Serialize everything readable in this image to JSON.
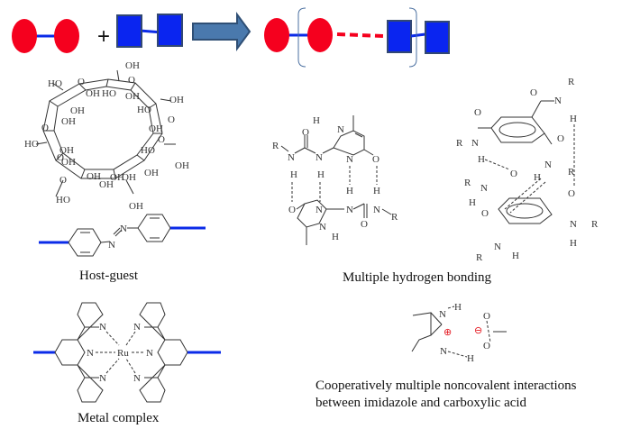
{
  "scheme": {
    "plus_sign": "+",
    "colors": {
      "monomer_a": "#f5001e",
      "monomer_b": "#0a25f0",
      "monomer_b_border": "#324873",
      "linker": "#0b2be8",
      "arrow_fill": "#4a79ad",
      "arrow_stroke": "#2f4f75",
      "noncovalent_dash": "#f5001e",
      "bracket": "#4a6fa0"
    }
  },
  "panels": {
    "host_guest": {
      "label": "Host-guest",
      "cyclodextrin_labels": [
        "OH",
        "HO",
        "O",
        "O",
        "OH",
        "HO",
        "OH",
        "OH",
        "OH",
        "O",
        "HO",
        "O",
        "OH",
        "OH",
        "HO",
        "OH",
        "O",
        "HO",
        "O",
        "OH",
        "OH",
        "O",
        "OH",
        "OH",
        "OH",
        "OH",
        "OH",
        "HO",
        "OH"
      ],
      "azobenzene_labels": [
        "N",
        "N"
      ]
    },
    "metal_complex": {
      "label": "Metal complex",
      "center_atom": "Ru",
      "ligand_atoms": [
        "N",
        "N",
        "N",
        "N",
        "N",
        "N"
      ]
    },
    "hydrogen_bonding": {
      "label": "Multiple hydrogen bonding",
      "atoms": [
        "R",
        "N",
        "H",
        "O",
        "N",
        "H",
        "H",
        "N",
        "N",
        "O",
        "O",
        "N",
        "N",
        "H",
        "H",
        "N",
        "H",
        "N",
        "R",
        "O",
        "N",
        "H"
      ]
    },
    "benzamide_stack": {
      "atoms": [
        "R",
        "N",
        "H",
        "O",
        "O",
        "R",
        "N",
        "H",
        "O",
        "N",
        "H",
        "R",
        "R",
        "N",
        "H",
        "O",
        "O",
        "N",
        "R",
        "H",
        "R",
        "N",
        "H"
      ]
    },
    "imidazole_carboxylate": {
      "label_line1": "Cooperatively multiple noncovalent interactions",
      "label_line2": "between imidazole and carboxylic acid",
      "atoms": [
        "N",
        "H",
        "O",
        "N",
        "H",
        "O"
      ],
      "charges": [
        "⊕",
        "⊖"
      ],
      "charge_color": "#e4161e"
    }
  }
}
